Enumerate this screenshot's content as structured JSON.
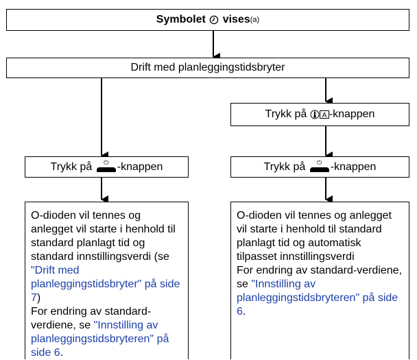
{
  "top": {
    "label": "Symbolet",
    "after": "vises",
    "footnote": "(a)"
  },
  "drift": {
    "label": "Drift med planleggingstidsbryter"
  },
  "right_press_auto": {
    "before": "Trykk på",
    "after": "-knappen"
  },
  "left_press_power": {
    "before": "Trykk på",
    "after": "-knappen"
  },
  "right_press_power": {
    "before": "Trykk på",
    "after": "-knappen"
  },
  "left_result": {
    "text1": "O-dioden vil tennes og anlegget vil starte i henhold til standard planlagt tid og standard innstillingsverdi (se ",
    "link1": "\"Drift med planleggingstidsbryter\" på side 7",
    "text2": ")",
    "text3": "For endring av standard-verdiene, se ",
    "link2": "\"Innstilling av planleggingstidsbryteren\" på side 6",
    "text4": "."
  },
  "right_result": {
    "text1": "O-dioden vil tennes og anlegget vil starte i henhold til standard planlagt tid og automatisk tilpasset innstillingsverdi",
    "text3": "For endring av standard-verdiene, se ",
    "link2": "\"Innstilling av planleggingstidsbryteren\" på side 6",
    "text4": "."
  },
  "colors": {
    "link": "#1c3fa8",
    "line": "#000000"
  }
}
